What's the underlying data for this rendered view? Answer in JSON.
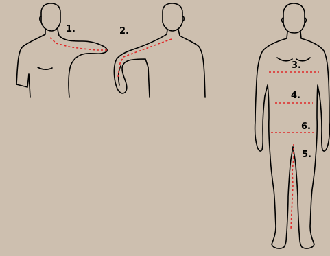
{
  "labels": {
    "m1": "1.",
    "m2": "2.",
    "m3": "3.",
    "m4": "4.",
    "m5": "5.",
    "m6": "6."
  },
  "colors": {
    "background": "#cdbfaf",
    "outline": "#000000",
    "measure_line": "#e02828"
  }
}
